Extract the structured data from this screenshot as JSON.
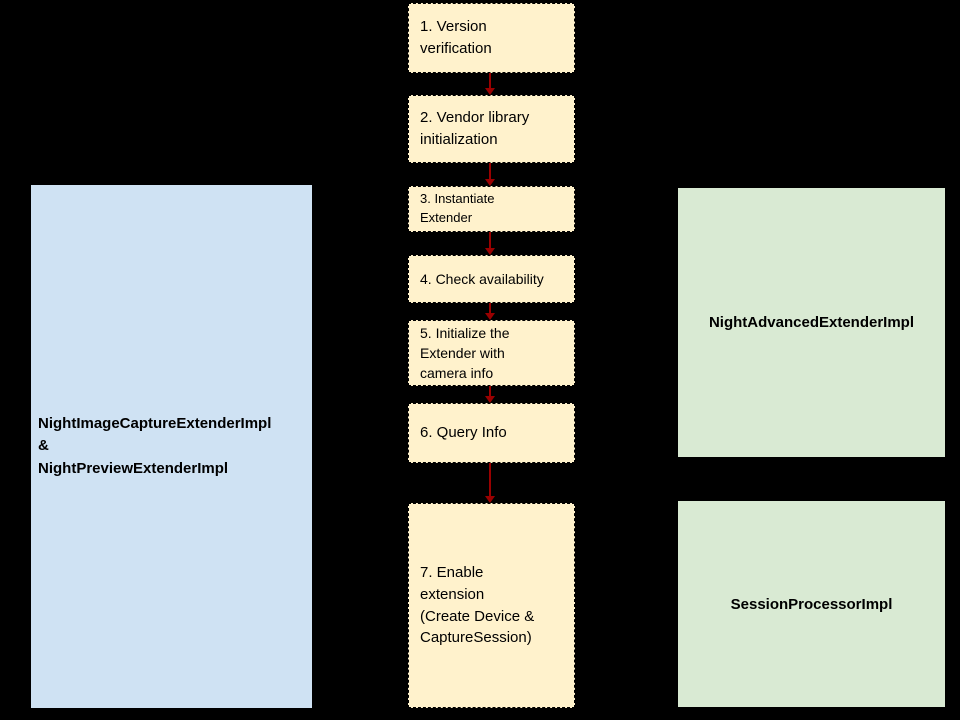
{
  "colors": {
    "background": "#000000",
    "step_fill": "#FFF2CC",
    "step_border": "#000000",
    "left_box_fill": "#CFE2F3",
    "right_box_fill": "#D9EAD3",
    "arrow": "#990000",
    "text": "#000000"
  },
  "flow": {
    "steps": [
      {
        "label": "1. Version\nverification"
      },
      {
        "label": "2. Vendor library\ninitialization"
      },
      {
        "label": "3. Instantiate\nExtender"
      },
      {
        "label": "4. Check availability"
      },
      {
        "label": "5. Initialize the\nExtender with\ncamera info"
      },
      {
        "label": "6. Query Info"
      },
      {
        "label": "7. Enable\nextension\n(Create Device &\nCaptureSession)"
      }
    ]
  },
  "left_box": {
    "label": "NightImageCaptureExtenderImpl\n&\nNightPreviewExtenderImpl"
  },
  "right_boxes": [
    {
      "label": "NightAdvancedExtenderImpl"
    },
    {
      "label": "SessionProcessorImpl"
    }
  ]
}
